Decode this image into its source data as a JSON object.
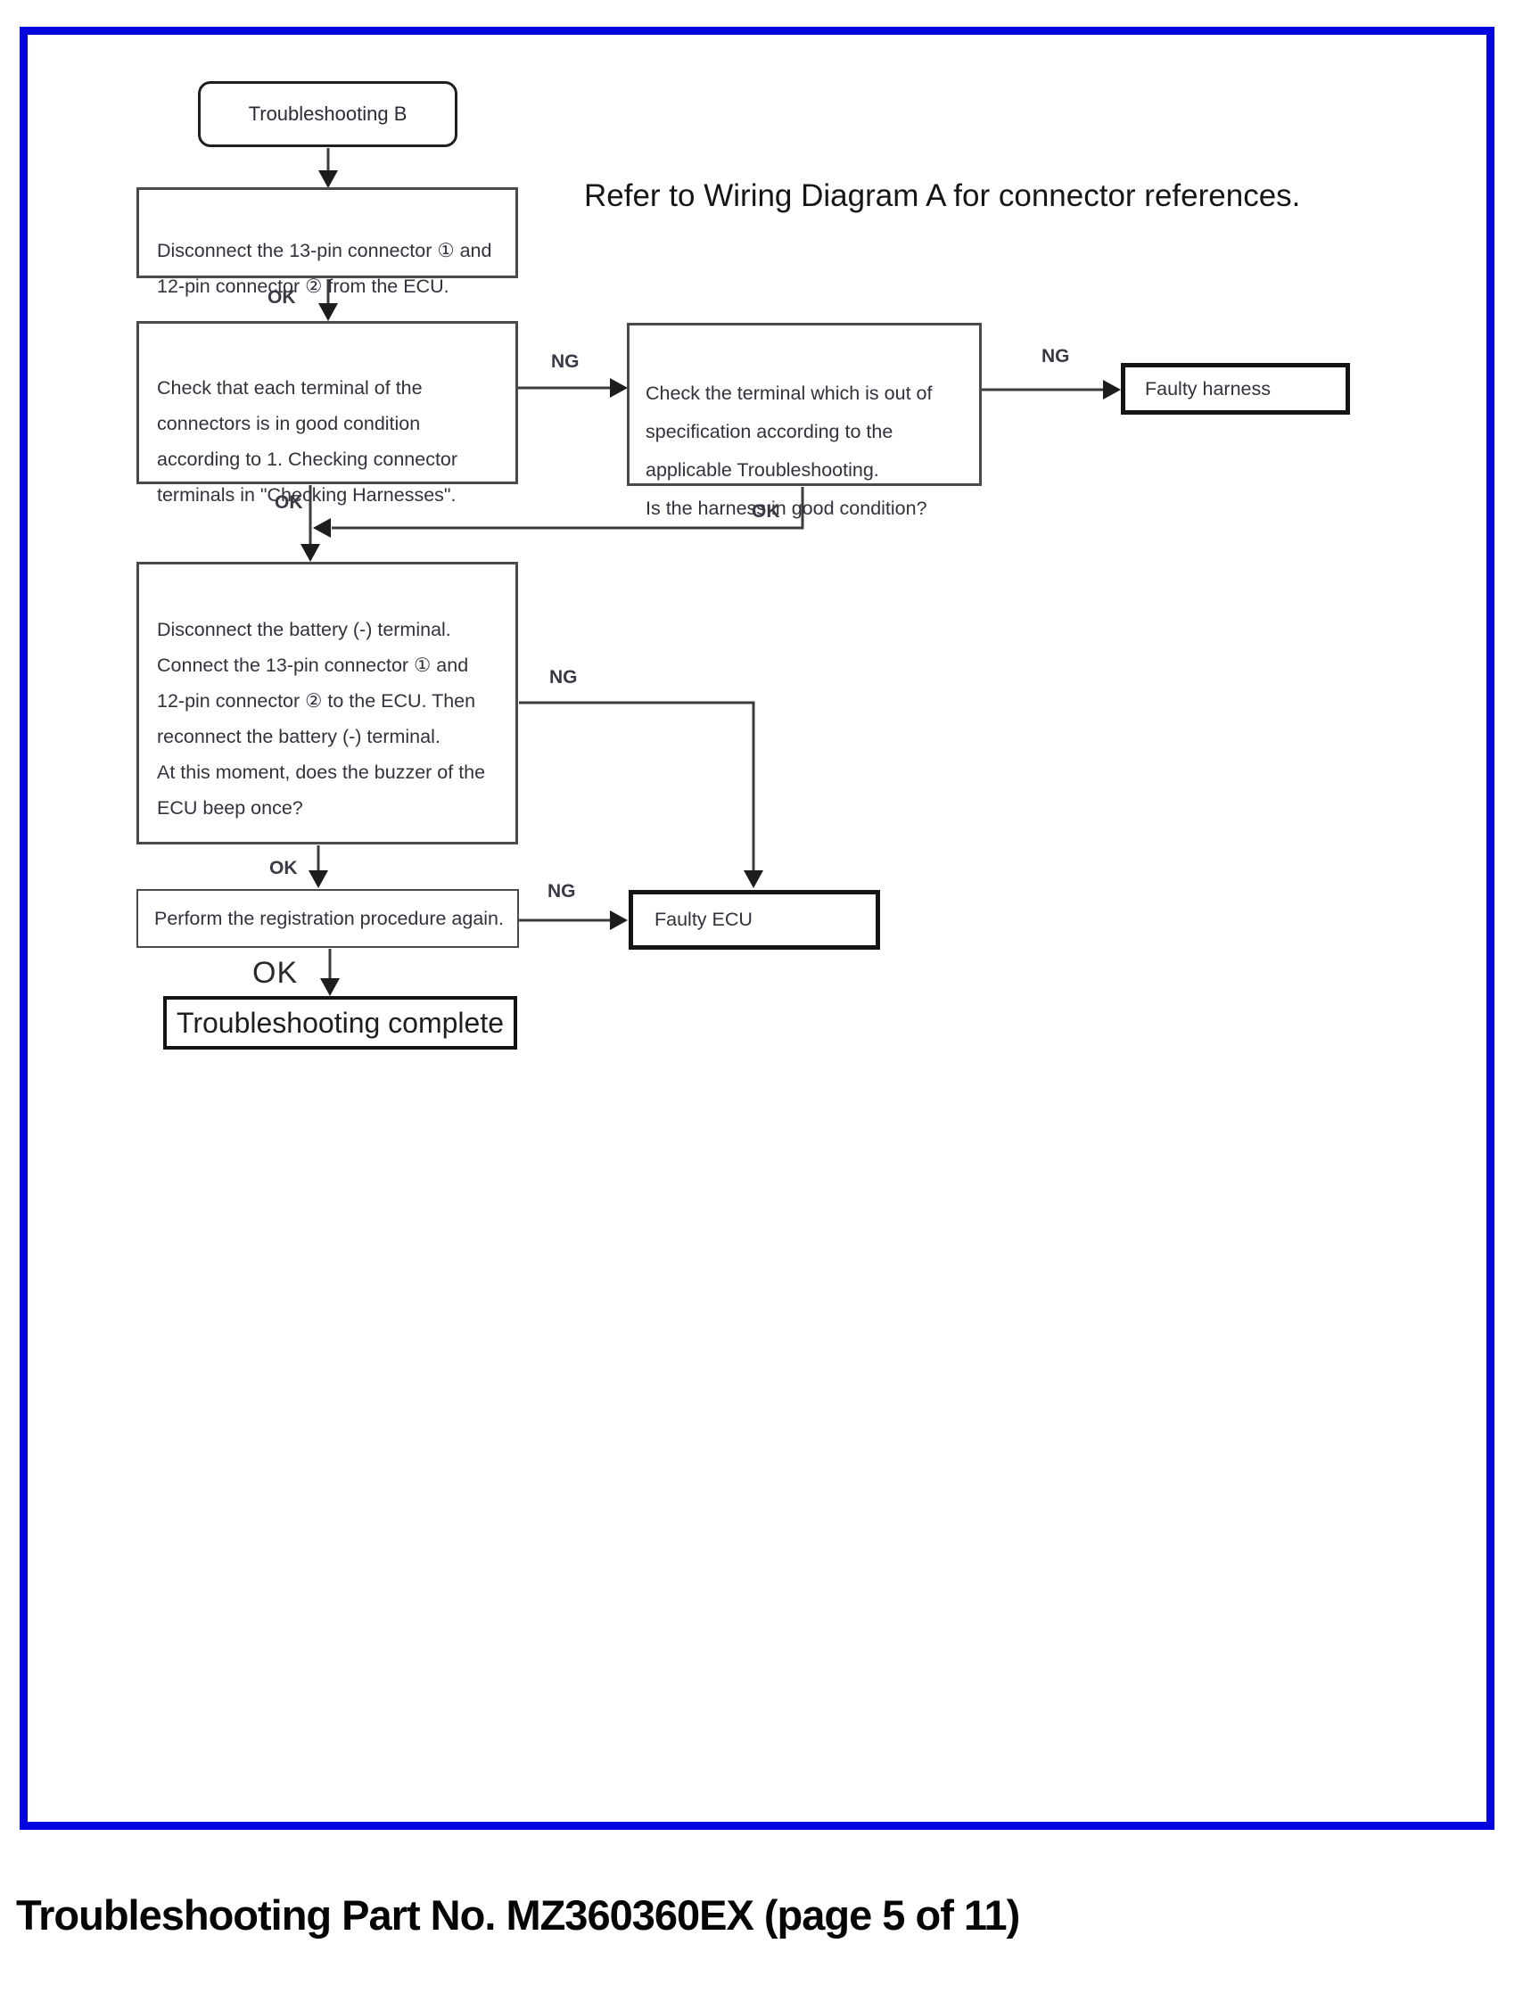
{
  "page": {
    "note": "Refer to Wiring Diagram A for connector references.",
    "caption": "Troubleshooting Part No. MZ360360EX (page 5 of 11)",
    "frame_color": "#0404de"
  },
  "flowchart": {
    "nodes": {
      "start": {
        "label": "Troubleshooting B"
      },
      "step1": {
        "label": "Disconnect the 13-pin connector ① and\n12-pin connector ② from the ECU."
      },
      "step2": {
        "label": "Check that each terminal of the\nconnectors is in good condition\naccording to 1. Checking connector\nterminals in \"Checking Harnesses\"."
      },
      "step3": {
        "label": "Check the terminal which is out of\nspecification according to the\napplicable Troubleshooting.\nIs the harness in good condition?"
      },
      "faulty_harness": {
        "label": "Faulty harness"
      },
      "step4": {
        "label": "Disconnect the battery (-) terminal.\nConnect the 13-pin connector ① and\n12-pin connector ② to the ECU. Then\nreconnect the battery (-) terminal.\nAt this moment, does the buzzer of the\nECU beep once?"
      },
      "step5": {
        "label": "Perform the registration procedure again."
      },
      "faulty_ecu": {
        "label": "Faulty ECU"
      },
      "complete": {
        "label": "Troubleshooting complete"
      }
    },
    "edges": {
      "step1_ok": "OK",
      "step2_ok": "OK",
      "step2_ng": "NG",
      "step3_ok": "OK",
      "step3_ng": "NG",
      "step4_ok": "OK",
      "step4_ng": "NG",
      "step5_ok": "OK",
      "step5_ng": "NG"
    }
  }
}
